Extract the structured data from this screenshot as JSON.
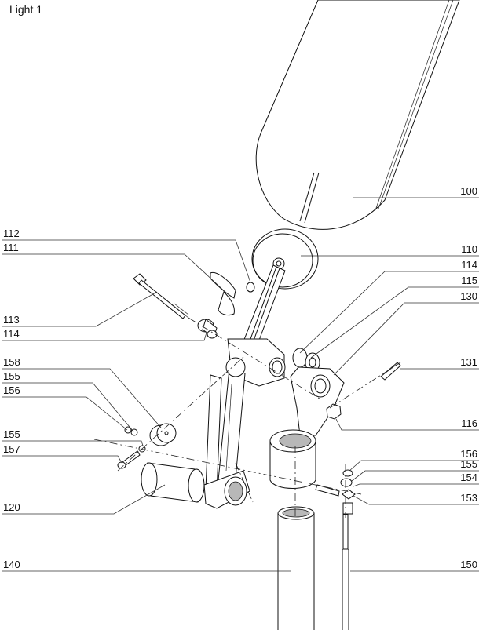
{
  "title": "Light 1",
  "parts": [
    "100",
    "112",
    "111",
    "110",
    "114",
    "115",
    "130",
    "113",
    "114",
    "158",
    "155",
    "156",
    "131",
    "116",
    "155",
    "157",
    "156",
    "155",
    "154",
    "120",
    "153",
    "140",
    "150"
  ]
}
